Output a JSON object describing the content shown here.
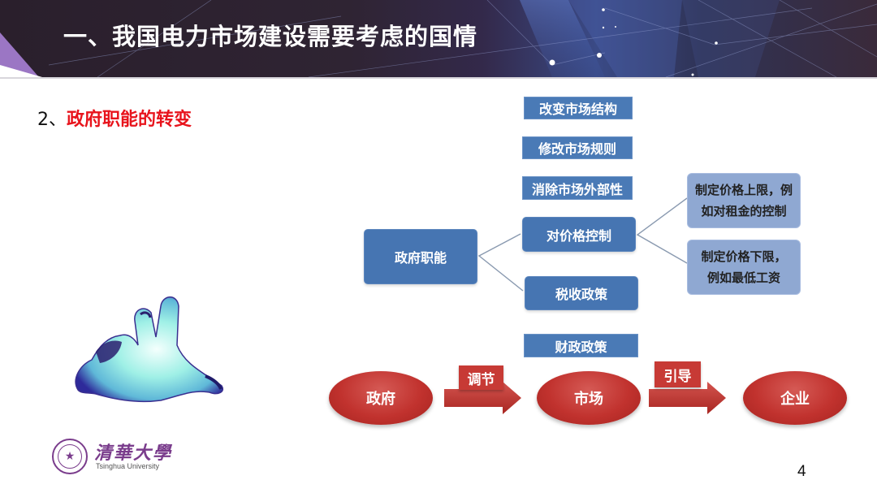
{
  "header": {
    "title": "一、我国电力市场建设需要考虑的国情"
  },
  "section": {
    "number": "2、",
    "title": "政府职能的转变"
  },
  "diagram": {
    "root": "政府职能",
    "top_items": [
      "改变市场结构",
      "修改市场规则",
      "消除市场外部性"
    ],
    "branch_items": [
      "对价格控制",
      "税收政策"
    ],
    "bottom_item": "财政政策",
    "price_control_details": [
      "制定价格上限，例如对租金的控制",
      "制定价格下限，例如最低工资"
    ],
    "colors": {
      "box_blue": "#4a7ab6",
      "box_light_blue": "#8fa8d2",
      "connector": "#8a9ab0"
    }
  },
  "flow": {
    "nodes": [
      "政府",
      "市场",
      "企业"
    ],
    "edges": [
      "调节",
      "引导"
    ],
    "colors": {
      "node_red": "#c1322e",
      "label_red": "#c73a35"
    }
  },
  "illustration": {
    "icon": "hand-illustration-icon"
  },
  "logo": {
    "name_cn": "清華大學",
    "name_en": "Tsinghua University"
  },
  "page": {
    "number": "4"
  }
}
